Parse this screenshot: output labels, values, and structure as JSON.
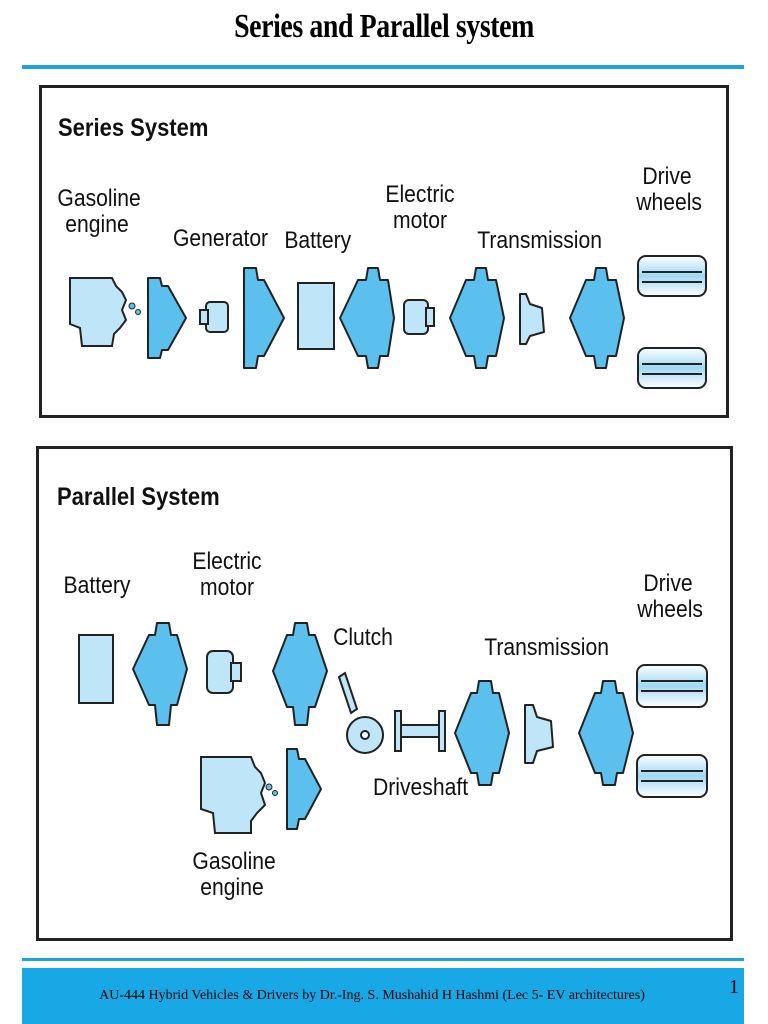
{
  "slide": {
    "title": "Series and Parallel system"
  },
  "series": {
    "heading": "Series System",
    "labels": {
      "gasoline_engine": "Gasoline\nengine",
      "generator": "Generator",
      "battery": "Battery",
      "electric_motor": "Electric\nmotor",
      "transmission": "Transmission",
      "drive_wheels": "Drive\nwheels"
    }
  },
  "parallel": {
    "heading": "Parallel System",
    "labels": {
      "battery": "Battery",
      "electric_motor": "Electric\nmotor",
      "clutch": "Clutch",
      "transmission": "Transmission",
      "drive_wheels": "Drive\nwheels",
      "driveshaft": "Driveshaft",
      "gasoline_engine": "Gasoline\nengine"
    }
  },
  "footer": {
    "text": "AU-444   Hybrid Vehicles & Drivers    by    Dr.-Ing. S. Mushahid  H  Hashmi  (Lec  5- EV architectures)",
    "page_number": "1"
  },
  "colors": {
    "accent": "#1aa3e0",
    "arrow_fill": "#5cc0ee",
    "component_fill": "#bfe6f8",
    "outline": "#222222"
  }
}
